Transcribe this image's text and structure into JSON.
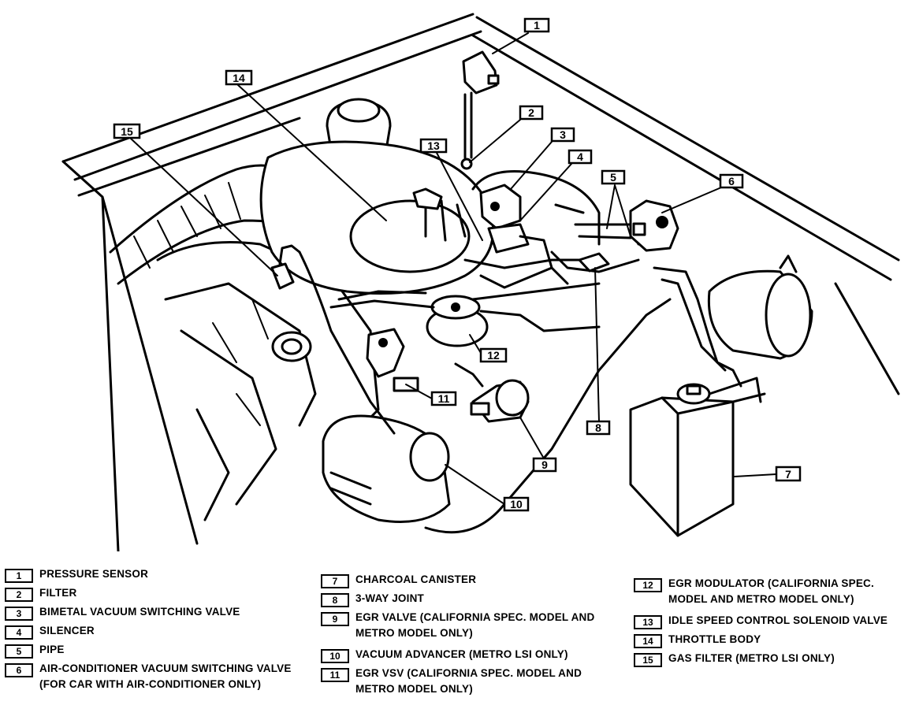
{
  "callouts": [
    "1",
    "2",
    "3",
    "4",
    "5",
    "6",
    "7",
    "8",
    "9",
    "10",
    "11",
    "12",
    "13",
    "14",
    "15"
  ],
  "legend": [
    {
      "num": "1",
      "text": "PRESSURE SENSOR"
    },
    {
      "num": "2",
      "text": "FILTER"
    },
    {
      "num": "3",
      "text": "BIMETAL VACUUM SWITCHING VALVE"
    },
    {
      "num": "4",
      "text": "SILENCER"
    },
    {
      "num": "5",
      "text": "PIPE"
    },
    {
      "num": "6",
      "text": "AIR-CONDITIONER VACUUM SWITCHING VALVE (FOR CAR WITH AIR-CONDITIONER ONLY)"
    },
    {
      "num": "7",
      "text": "CHARCOAL CANISTER"
    },
    {
      "num": "8",
      "text": "3-WAY JOINT"
    },
    {
      "num": "9",
      "text": "EGR VALVE (CALIFORNIA SPEC. MODEL AND METRO MODEL ONLY)"
    },
    {
      "num": "10",
      "text": "VACUUM ADVANCER (METRO LSI ONLY)"
    },
    {
      "num": "11",
      "text": "EGR VSV (CALIFORNIA SPEC. MODEL AND METRO MODEL ONLY)"
    },
    {
      "num": "12",
      "text": "EGR MODULATOR (CALIFORNIA SPEC. MODEL AND METRO MODEL ONLY)"
    },
    {
      "num": "13",
      "text": "IDLE SPEED CONTROL SOLENOID VALVE"
    },
    {
      "num": "14",
      "text": "THROTTLE BODY"
    },
    {
      "num": "15",
      "text": "GAS FILTER (METRO LSI ONLY)"
    }
  ]
}
